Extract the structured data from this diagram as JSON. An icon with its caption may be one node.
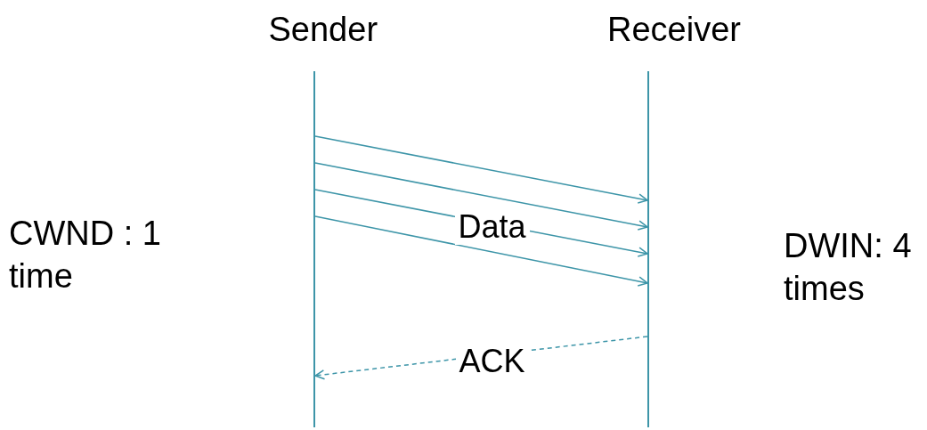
{
  "diagram": {
    "nodes": [
      {
        "text": [
          "Sender"
        ]
      },
      {
        "text": [
          "Receiver"
        ]
      },
      {
        "text": [],
        "shape": "line"
      },
      {
        "text": [],
        "shape": "line"
      }
    ],
    "edges": [
      {
        "from": 2,
        "to": 3,
        "arrow": "to"
      },
      {
        "from": 2,
        "to": 3,
        "arrow": "to"
      },
      {
        "from": 2,
        "to": 3,
        "arrow": "to",
        "label": "Data"
      },
      {
        "from": 2,
        "to": 3,
        "arrow": "to"
      },
      {
        "from": 3,
        "to": 2,
        "arrow": "to",
        "style": "dashed",
        "label": "ACK"
      }
    ],
    "labels": [
      "CWND : 1 time",
      "DWIN: 4 times"
    ]
  }
}
